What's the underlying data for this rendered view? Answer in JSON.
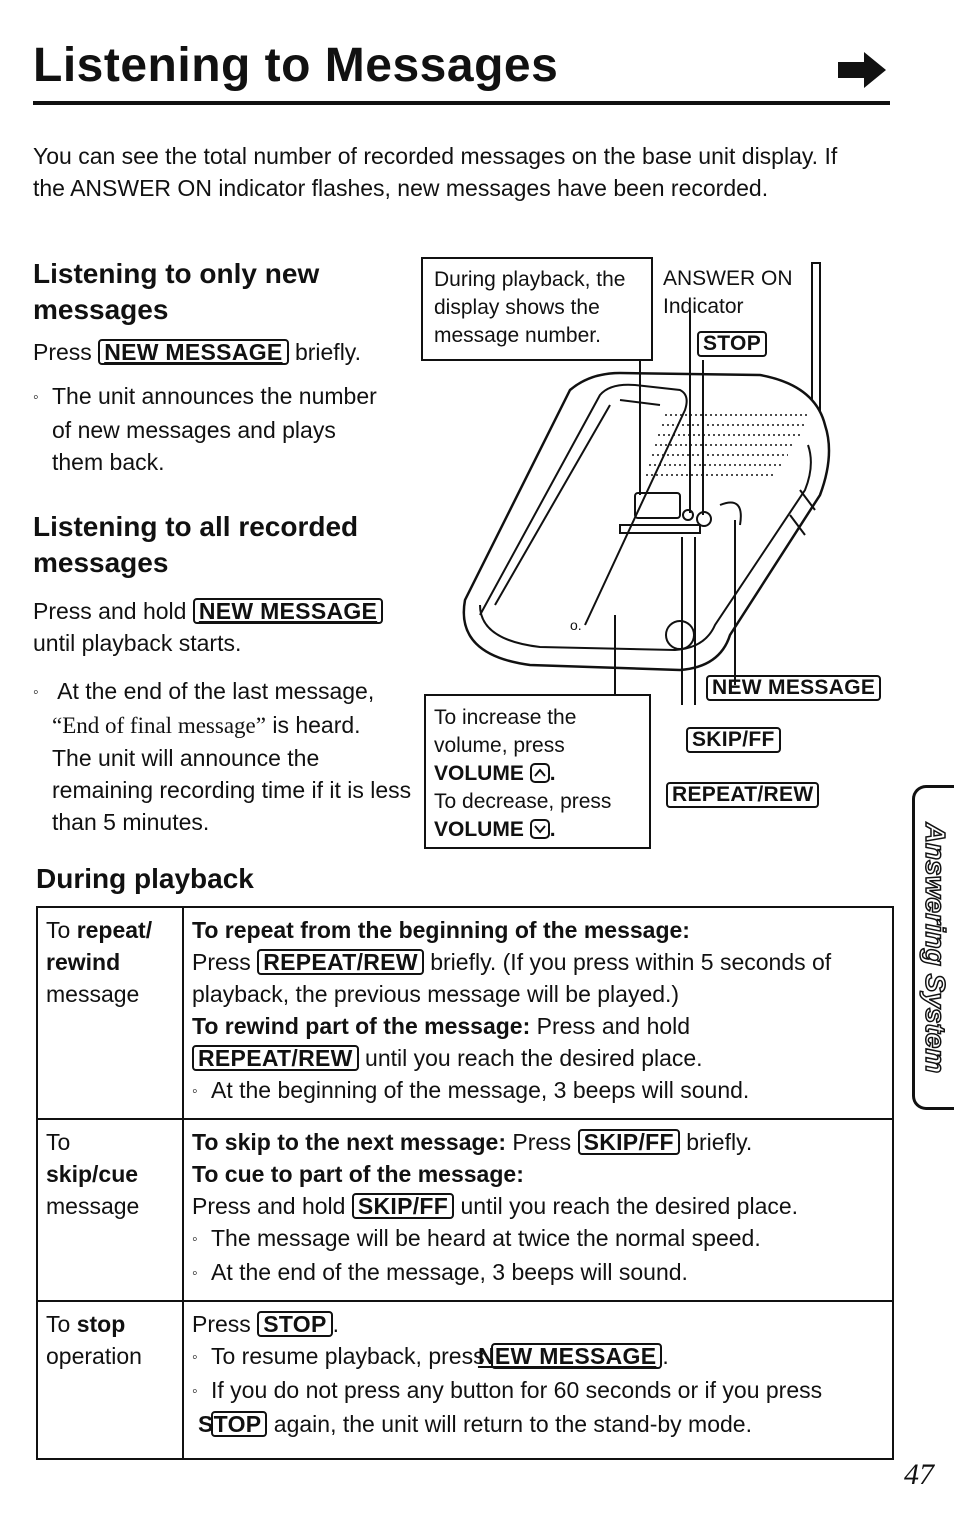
{
  "page": {
    "title": "Listening to Messages",
    "intro": "You can see the total number of recorded messages on the base unit display. If the ANSWER ON indicator flashes, new messages have been recorded.",
    "page_number": "47",
    "side_tab": "Answering System"
  },
  "section_new": {
    "heading_1": "Listening to only new",
    "heading_2": "messages",
    "press_prefix": "Press",
    "press_key": "NEW MESSAGE",
    "press_suffix": "briefly.",
    "bullet": "The unit announces the number of new messages and plays them back."
  },
  "section_all": {
    "heading_1": "Listening to all recorded",
    "heading_2": "messages",
    "press_prefix": "Press and hold",
    "press_key": "NEW MESSAGE",
    "press_suffix": "until playback starts.",
    "bullet_line1": "At the end of the last message,",
    "bullet_quote": "“End of final message”",
    "bullet_quote_suffix": " is heard.",
    "bullet_rest": "The unit will announce the remaining recording time if it is less than 5 minutes."
  },
  "diagram": {
    "callout_display": "During playback, the display shows the message number.",
    "label_answer_on_1": "ANSWER ON",
    "label_answer_on_2": "Indicator",
    "key_stop": "STOP",
    "key_new_message": "NEW MESSAGE",
    "key_skip": "SKIP/FF",
    "key_repeat": "REPEAT/REW",
    "volume_increase": "To increase the volume, press",
    "volume_key": "VOLUME",
    "volume_decrease": "To decrease, press"
  },
  "during_playback": {
    "heading": "During playback",
    "rows": [
      {
        "left_pre": "To ",
        "left_bold": "repeat/ rewind",
        "left_post": "message",
        "l1_bold": "To repeat from the beginning of the message:",
        "l2_prefix": "Press",
        "l2_key": "REPEAT/REW",
        "l2_suffix": "briefly. (If you press within 5 seconds of playback, the previous message will be played.)",
        "l3_bold": "To rewind part of the message:",
        "l3_text": " Press and hold",
        "l4_key": "REPEAT/REW",
        "l4_suffix": "until you reach the desired place.",
        "bullet": "At the beginning of the message, 3 beeps will sound."
      },
      {
        "left_pre": "To",
        "left_bold": "skip/cue",
        "left_post": "message",
        "l1_bold": "To skip to the next message:",
        "l1_text": " Press",
        "l1_key": "SKIP/FF",
        "l1_suffix": "briefly.",
        "l2_bold": "To cue to part of the message:",
        "l3_prefix": "Press and hold",
        "l3_key": "SKIP/FF",
        "l3_suffix": "until you reach the desired place.",
        "bullet_1": "The message will be heard at twice the normal speed.",
        "bullet_2": "At the end of the message, 3 beeps will sound."
      },
      {
        "left_pre": "To ",
        "left_bold": "stop",
        "left_post": "operation",
        "l1_prefix": "Press",
        "l1_key": "STOP",
        "l1_suffix": ".",
        "bullet_1_prefix": "To resume playback, press",
        "bullet_1_key": "NEW MESSAGE",
        "bullet_1_suffix": ".",
        "bullet_2_prefix": "If you do not press any button for 60 seconds or if you press",
        "bullet_2_key": "STOP",
        "bullet_2_suffix": "again, the unit will return to the stand-by mode."
      }
    ]
  }
}
